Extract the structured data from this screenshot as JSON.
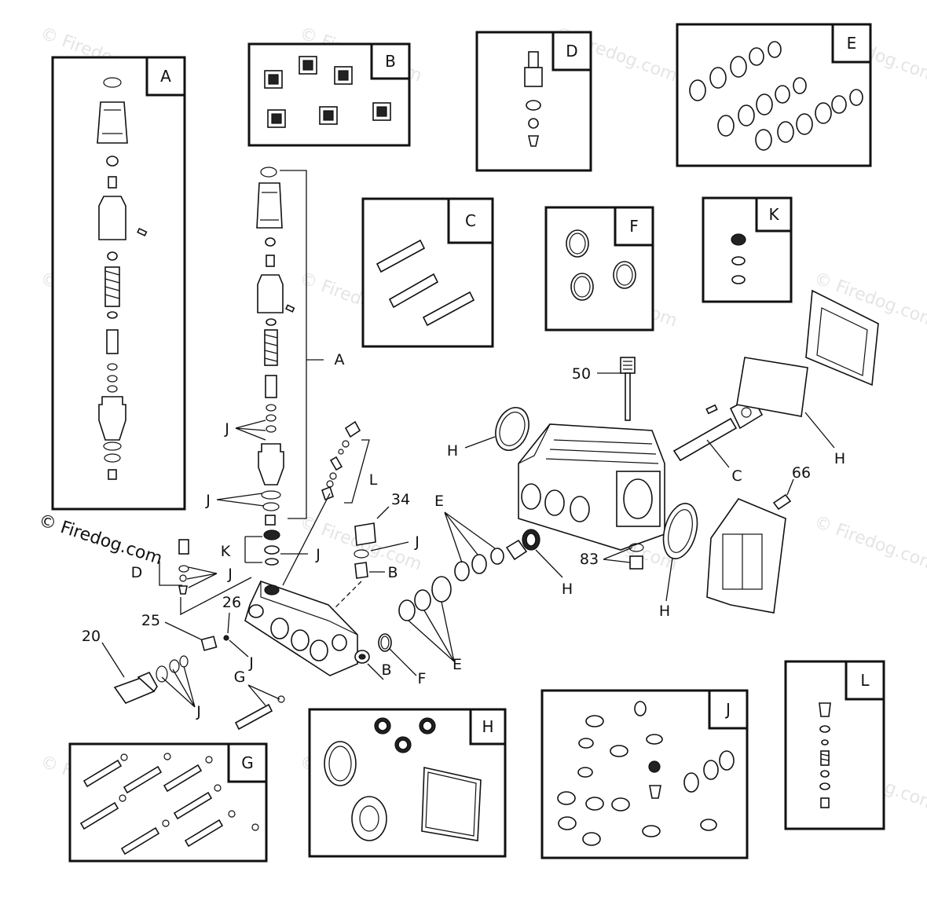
{
  "watermark": "© Firedog.com",
  "copyright": "© Firedog.com",
  "kits": [
    {
      "id": "A",
      "label": "A"
    },
    {
      "id": "B",
      "label": "B"
    },
    {
      "id": "D",
      "label": "D"
    },
    {
      "id": "E",
      "label": "E"
    },
    {
      "id": "C",
      "label": "C"
    },
    {
      "id": "F",
      "label": "F"
    },
    {
      "id": "K",
      "label": "K"
    },
    {
      "id": "G",
      "label": "G"
    },
    {
      "id": "H",
      "label": "H"
    },
    {
      "id": "J",
      "label": "J"
    },
    {
      "id": "L",
      "label": "L"
    }
  ],
  "callouts": {
    "A": "A",
    "J_unloader": "J",
    "J_lower": "J",
    "K": "K",
    "J_k": "J",
    "L": "L",
    "D": "D",
    "J_d": "J",
    "n34": "34",
    "J_34": "J",
    "B_34": "B",
    "n25": "25",
    "n26": "26",
    "J_26": "J",
    "n20": "20",
    "J_20": "J",
    "G": "G",
    "E_top": "E",
    "E_bottom": "E",
    "B_valve": "B",
    "F": "F",
    "H_seal": "H",
    "H_cover": "H",
    "H_lip": "H",
    "H_gasket": "H",
    "n50": "50",
    "C": "C",
    "n66": "66",
    "n83": "83"
  }
}
